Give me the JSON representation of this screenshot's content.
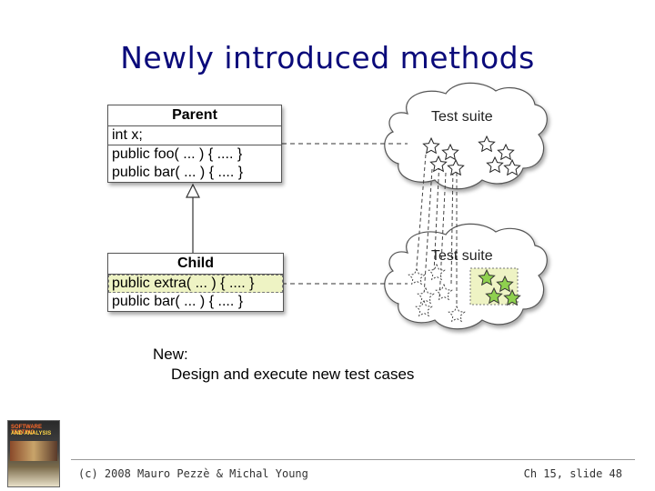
{
  "slide": {
    "title": "Newly introduced methods"
  },
  "parent_class": {
    "name": "Parent",
    "attribute": "int x;",
    "methods": [
      "public foo( ... ) { .... }",
      "public bar( ... ) { .... }"
    ]
  },
  "child_class": {
    "name": "Child",
    "methods": [
      "public extra( ... ) { .... }",
      "public bar( ... ) { .... }"
    ]
  },
  "test_suites": [
    {
      "label": "Test suite"
    },
    {
      "label": "Test suite"
    }
  ],
  "note": {
    "line1": "New:",
    "line2": "Design and execute new test cases"
  },
  "footer": {
    "left": "(c) 2008 Mauro Pezzè & Michal Young",
    "right": "Ch 15, slide 48"
  },
  "book": {
    "title_line1": "SOFTWARE TESTING",
    "title_line2": "AND ANALYSIS"
  },
  "colors": {
    "title": "#0a0a7a",
    "highlight": "#eef3c4",
    "new_star_fill": "#8fd14f"
  }
}
